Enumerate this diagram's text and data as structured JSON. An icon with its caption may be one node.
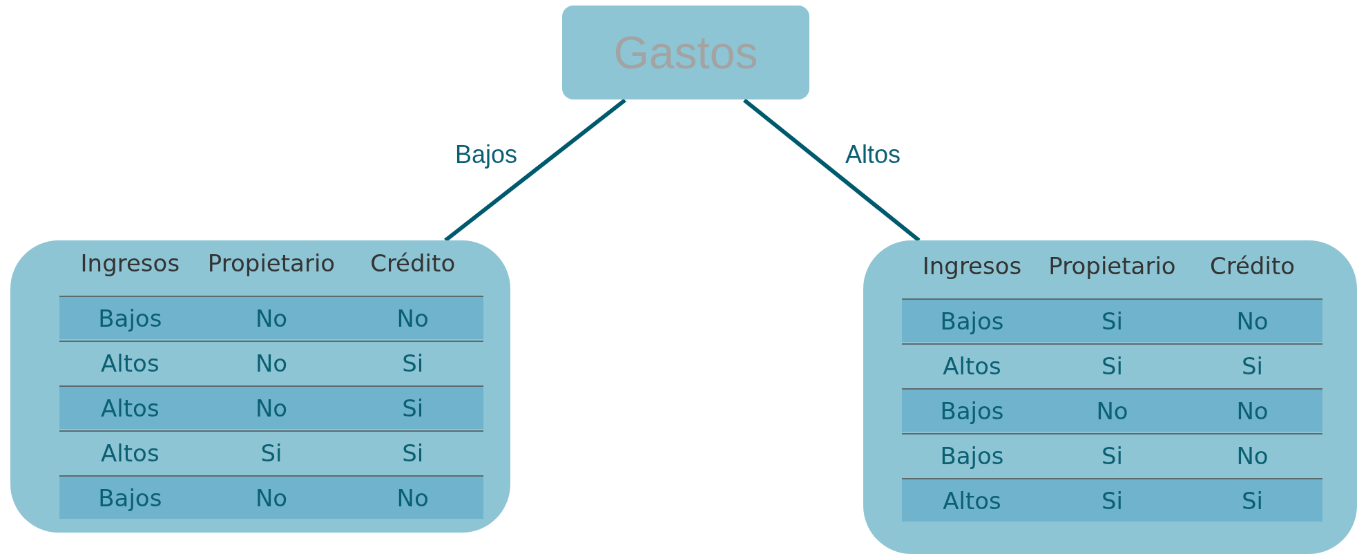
{
  "diagram": {
    "nodes": [
      {
        "text": [
          "Gastos"
        ]
      },
      {
        "text": [
          "Ingresos",
          "Propietario",
          "Crédito",
          "Bajos",
          "No",
          "No",
          "Altos",
          "No",
          "Si",
          "Altos",
          "No",
          "Si",
          "Altos",
          "Si",
          "Si",
          "Bajos",
          "No",
          "No"
        ]
      },
      {
        "text": [
          "Ingresos",
          "Propietario",
          "Crédito",
          "Bajos",
          "Si",
          "No",
          "Altos",
          "Si",
          "Si",
          "Bajos",
          "No",
          "No",
          "Bajos",
          "Si",
          "No",
          "Altos",
          "Si",
          "Si"
        ]
      }
    ],
    "edges": [
      {
        "from": 0,
        "to": 1,
        "label": "Bajos",
        "arrow": "none"
      },
      {
        "from": 0,
        "to": 2,
        "label": "Altos",
        "arrow": "none"
      }
    ]
  }
}
